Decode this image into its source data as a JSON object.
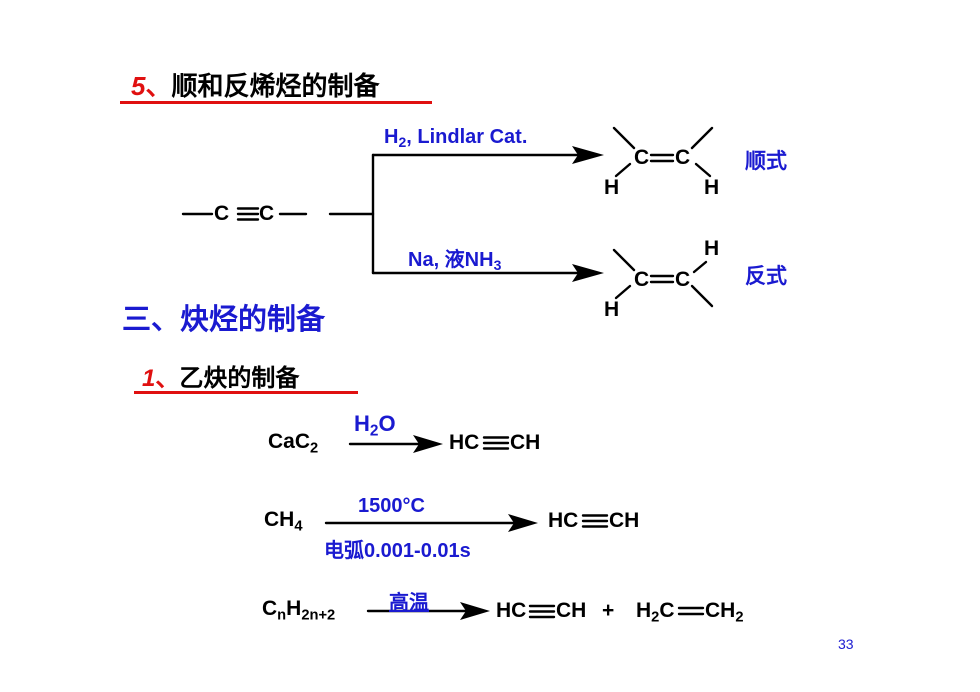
{
  "section5": {
    "num": "5",
    "sep": "、",
    "title": "顺和反烯烃的制备"
  },
  "alkyne_reactant": {
    "left": "C",
    "right": "C"
  },
  "upper_branch": {
    "reagent_main": "H",
    "reagent_sub": "2",
    "reagent_rest": ", Lindlar Cat.",
    "label": "顺式"
  },
  "lower_branch": {
    "reagent_main": "Na, 液NH",
    "reagent_sub": "3",
    "label": "反式"
  },
  "atoms": {
    "C": "C",
    "H": "H"
  },
  "section3": {
    "title": "三、炔烃的制备"
  },
  "section1": {
    "num": "1",
    "sep": "、",
    "title": "乙炔的制备"
  },
  "reaction1": {
    "reactant_main": "CaC",
    "reactant_sub": "2",
    "cond_main": "H",
    "cond_sub": "2",
    "cond_end": "O",
    "product_left": "HC",
    "product_right": "CH"
  },
  "reaction2": {
    "reactant_main": "CH",
    "reactant_sub": "4",
    "cond_top": "1500°C",
    "cond_bottom": "电弧0.001-0.01s",
    "product_left": "HC",
    "product_right": "CH"
  },
  "reaction3": {
    "reactant_main": "C",
    "reactant_sub1": "n",
    "reactant_mid": "H",
    "reactant_sub2": "2n+2",
    "cond": "高温",
    "product1_left": "HC",
    "product1_right": "CH",
    "plus": "+",
    "product2_a": "H",
    "product2_sub1": "2",
    "product2_b": "C",
    "product2_c": "CH",
    "product2_sub2": "2"
  },
  "page_number": "33"
}
